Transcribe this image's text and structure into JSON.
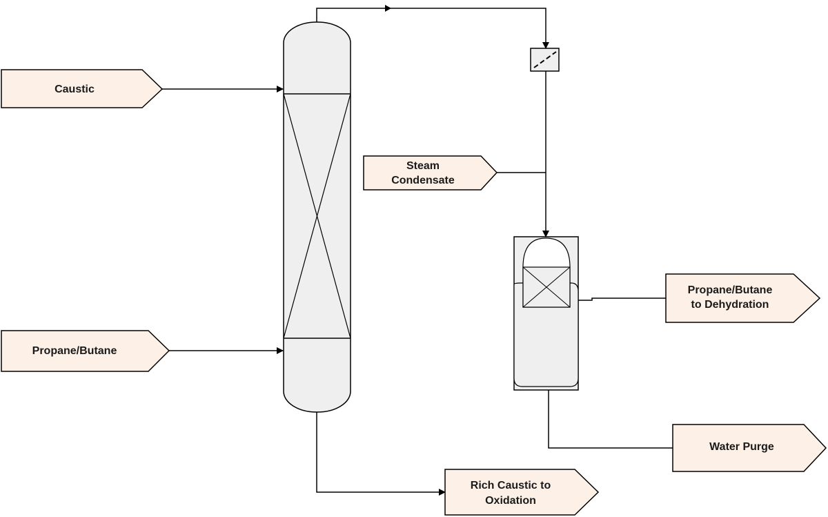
{
  "streams": {
    "caustic": "Caustic",
    "propane_butane_feed": "Propane/Butane",
    "steam_condensate": [
      "Steam",
      "Condensate"
    ],
    "propane_butane_dehydration": [
      "Propane/Butane",
      "to Dehydration"
    ],
    "water_purge": "Water Purge",
    "rich_caustic": [
      "Rich Caustic to",
      "Oxidation"
    ]
  },
  "colors": {
    "stream_fill": "#fdf0e6",
    "vessel_fill": "#efefef",
    "line": "#000000"
  }
}
